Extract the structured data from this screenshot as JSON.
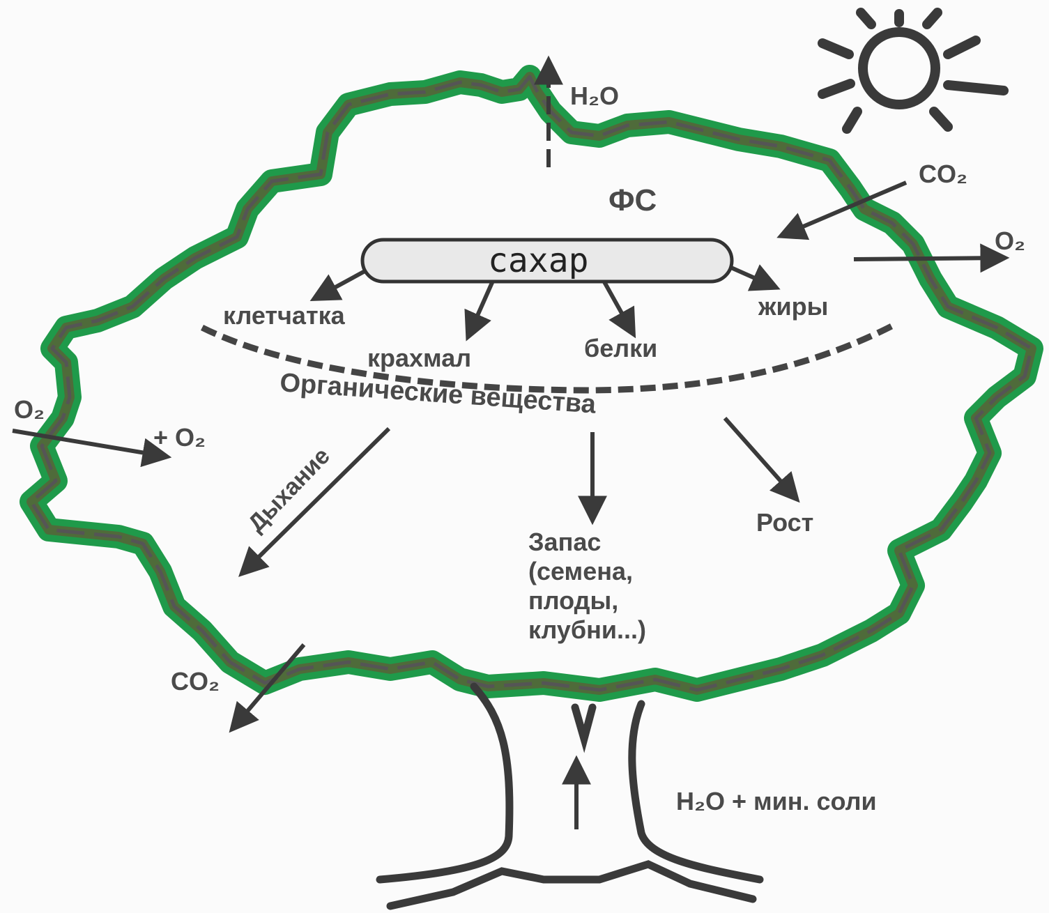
{
  "labels": {
    "h2o_top": "H₂O",
    "fs": "ФС",
    "co2_in": "CO₂",
    "o2_out": "O₂",
    "sugar": "сахар",
    "cellulose": "клетчатка",
    "fats": "жиры",
    "starch": "крахмал",
    "proteins": "белки",
    "organic": "Органические вещества",
    "o2_left": "O₂",
    "plus_o2": "+ O₂",
    "respiration": "Дыхание",
    "growth": "Рост",
    "storage_1": "Запас",
    "storage_2": "(семена,",
    "storage_3": "плоды,",
    "storage_4": "клубни...)",
    "co2_out": "CO₂",
    "water_salts": "H₂O + мин. соли"
  }
}
